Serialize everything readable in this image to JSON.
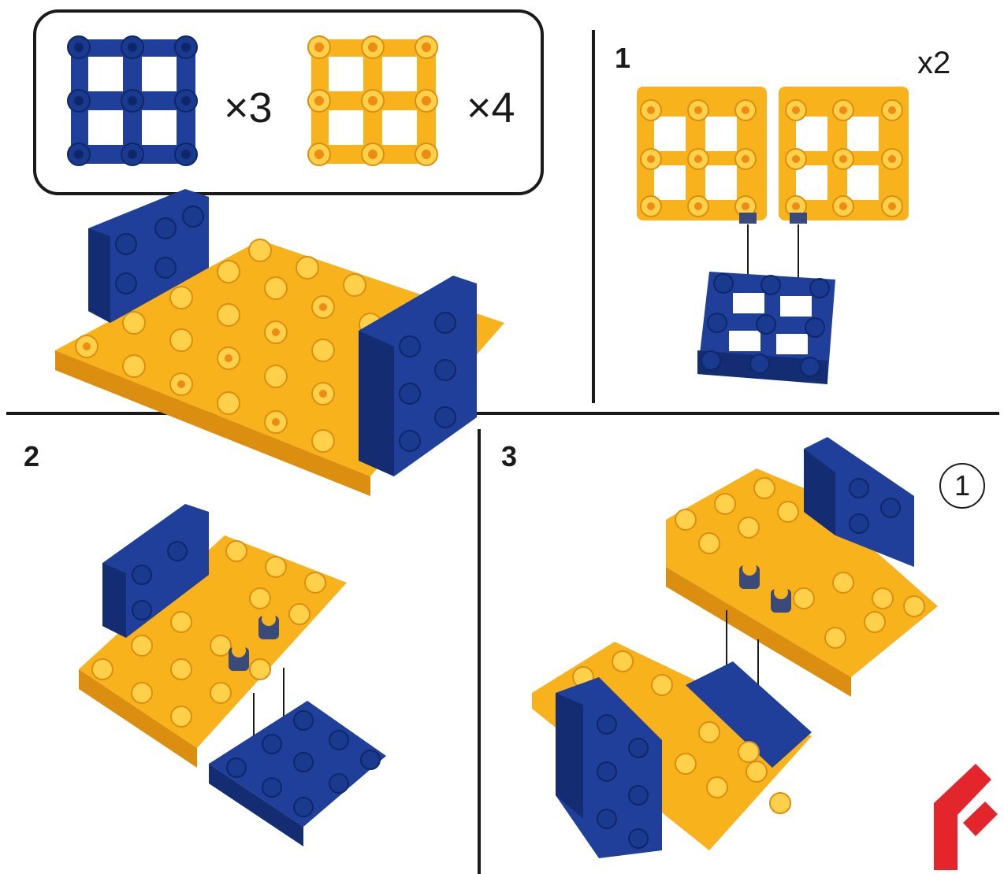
{
  "parts_box": {
    "blue_qty": "×3",
    "yellow_qty": "×4"
  },
  "steps": [
    {
      "number": "1",
      "multiplier": "x2"
    },
    {
      "number": "2"
    },
    {
      "number": "3",
      "reference": "1"
    }
  ],
  "colors": {
    "blue": "#1f3f9a",
    "blue_dark": "#142c72",
    "yellow": "#f8b21c",
    "yellow_light": "#ffd14a",
    "yellow_dark": "#dc8e10",
    "peg_center": "#ef8a15",
    "brand_red": "#e3262b",
    "line": "#1a1a1a"
  },
  "brand": {
    "logo_icon": "brand-logo-icon"
  }
}
